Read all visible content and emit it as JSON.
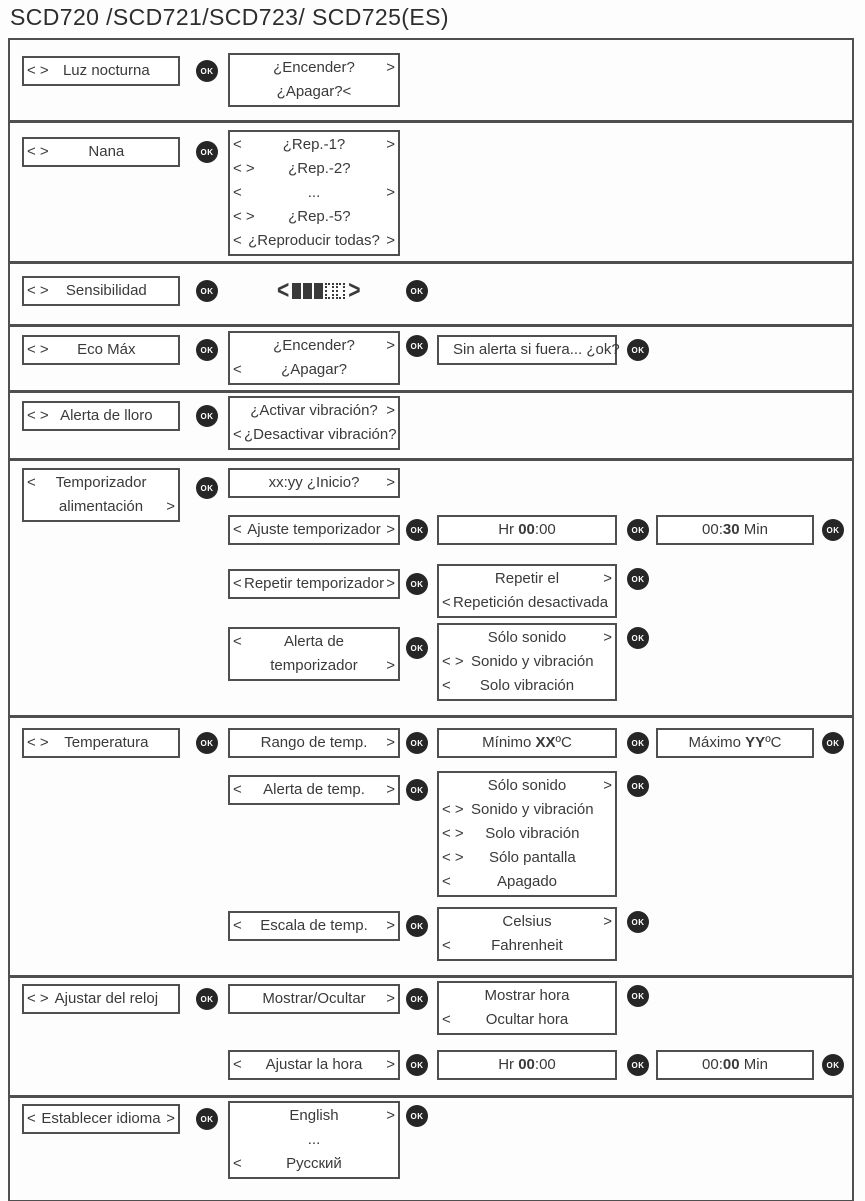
{
  "title": "SCD720 /SCD721/SCD723/ SCD725(ES)",
  "ok": "OK",
  "colors": {
    "line": "#4f4f4f",
    "button_bg": "#262626",
    "button_text": "#ffffff",
    "text": "#3a3a3a"
  },
  "sensitivity": {
    "filled": 3,
    "total": 5
  },
  "rows": {
    "luz": {
      "menu": [
        {
          "l": "< >",
          "c": "Luz nocturna",
          "r": ""
        }
      ],
      "screen": [
        {
          "l": "",
          "c": "¿Encender?",
          "r": ">"
        },
        {
          "l": "",
          "c": "¿Apagar?<",
          "r": ""
        }
      ]
    },
    "nana": {
      "menu": [
        {
          "l": "< >",
          "c": "Nana",
          "r": ""
        }
      ],
      "screen": [
        {
          "l": "<",
          "c": "¿Rep.-1?",
          "r": ">"
        },
        {
          "l": "< >",
          "c": "¿Rep.-2?",
          "r": ""
        },
        {
          "l": "<",
          "c": "...",
          "r": ">"
        },
        {
          "l": "< >",
          "c": "¿Rep.-5?",
          "r": ""
        },
        {
          "l": "<",
          "c": "¿Reproducir todas?",
          "r": ">"
        }
      ]
    },
    "sens": {
      "menu": [
        {
          "l": "< >",
          "c": "Sensibilidad",
          "r": ""
        }
      ]
    },
    "eco": {
      "menu": [
        {
          "l": "< >",
          "c": "Eco Máx",
          "r": ""
        }
      ],
      "screen": [
        {
          "l": "",
          "c": "¿Encender?",
          "r": ">"
        },
        {
          "l": "<",
          "c": "¿Apagar?",
          "r": ""
        }
      ],
      "confirm": [
        {
          "l": "",
          "c": "Sin alerta si fuera... ¿ok?",
          "r": ""
        }
      ]
    },
    "lloro": {
      "menu": [
        {
          "l": "< >",
          "c": "Alerta de lloro",
          "r": ""
        }
      ],
      "screen": [
        {
          "l": "",
          "c": "¿Activar vibración?",
          "r": ">"
        },
        {
          "l": "<",
          "c": "¿Desactivar vibración?",
          "r": ""
        }
      ]
    },
    "timer": {
      "menu": [
        {
          "l": "<",
          "c": "Temporizador",
          "r": ""
        },
        {
          "l": "",
          "c": "alimentación",
          "r": ">"
        }
      ],
      "inicio": [
        {
          "l": "",
          "c": "xx:yy ¿Inicio?",
          "r": ">"
        }
      ],
      "ajuste_menu": [
        {
          "l": "<",
          "c": "Ajuste temporizador",
          "r": ">"
        }
      ],
      "hr": [
        {
          "l": "",
          "c": {
            "pre": "Hr ",
            "b": "00",
            "post": ":00"
          },
          "r": ""
        }
      ],
      "min": [
        {
          "l": "",
          "c": {
            "pre": "00:",
            "b": "30",
            "post": " Min"
          },
          "r": ""
        }
      ],
      "repetir_menu": [
        {
          "l": "<",
          "c": "Repetir temporizador",
          "r": ">"
        }
      ],
      "repetir_screen": [
        {
          "l": "",
          "c": "Repetir el",
          "r": ">"
        },
        {
          "l": "<",
          "c": "Repetición desactivada",
          "r": ""
        }
      ],
      "alerta_menu": [
        {
          "l": "<",
          "c": "Alerta de",
          "r": ""
        },
        {
          "l": "",
          "c": "temporizador",
          "r": ">"
        }
      ],
      "alerta_screen": [
        {
          "l": "",
          "c": "Sólo sonido",
          "r": ">"
        },
        {
          "l": "< >",
          "c": "Sonido y vibración",
          "r": ""
        },
        {
          "l": "<",
          "c": "Solo vibración",
          "r": ""
        }
      ]
    },
    "temp": {
      "menu": [
        {
          "l": "< >",
          "c": "Temperatura",
          "r": ""
        }
      ],
      "rango": [
        {
          "l": "",
          "c": "Rango de temp.",
          "r": ">"
        }
      ],
      "min": [
        {
          "l": "",
          "c": {
            "pre": "Mínimo ",
            "b": "XX",
            "post": "ºC"
          },
          "r": ""
        }
      ],
      "max": [
        {
          "l": "",
          "c": {
            "pre": "Máximo ",
            "b": "YY",
            "post": "ºC"
          },
          "r": ""
        }
      ],
      "alerta_menu": [
        {
          "l": "<",
          "c": "Alerta de temp.",
          "r": ">"
        }
      ],
      "alerta_screen": [
        {
          "l": "",
          "c": "Sólo sonido",
          "r": ">"
        },
        {
          "l": "< >",
          "c": "Sonido y vibración",
          "r": ""
        },
        {
          "l": "< >",
          "c": "Solo vibración",
          "r": ""
        },
        {
          "l": "< >",
          "c": "Sólo pantalla",
          "r": ""
        },
        {
          "l": "<",
          "c": "Apagado",
          "r": ""
        }
      ],
      "escala_menu": [
        {
          "l": "<",
          "c": "Escala de temp.",
          "r": ">"
        }
      ],
      "escala_screen": [
        {
          "l": "",
          "c": "Celsius",
          "r": ">"
        },
        {
          "l": "<",
          "c": "Fahrenheit",
          "r": ""
        }
      ]
    },
    "reloj": {
      "menu": [
        {
          "l": "< >",
          "c": "Ajustar del reloj",
          "r": ""
        }
      ],
      "mostrar_menu": [
        {
          "l": "",
          "c": "Mostrar/Ocultar",
          "r": ">"
        }
      ],
      "mostrar_screen": [
        {
          "l": "",
          "c": "Mostrar hora",
          "r": ""
        },
        {
          "l": "<",
          "c": "Ocultar hora",
          "r": ""
        }
      ],
      "hora_menu": [
        {
          "l": "<",
          "c": "Ajustar la hora",
          "r": ">"
        }
      ],
      "hr": [
        {
          "l": "",
          "c": {
            "pre": "Hr ",
            "b": "00",
            "post": ":00"
          },
          "r": ""
        }
      ],
      "min": [
        {
          "l": "",
          "c": {
            "pre": "00:",
            "b": "00",
            "post": " Min"
          },
          "r": ""
        }
      ]
    },
    "idioma": {
      "menu": [
        {
          "l": "<",
          "c": "Establecer idioma",
          "r": ">"
        }
      ],
      "screen": [
        {
          "l": "",
          "c": "English",
          "r": ">"
        },
        {
          "l": "",
          "c": "...",
          "r": ""
        },
        {
          "l": "<",
          "c": "Русский",
          "r": ""
        }
      ]
    }
  }
}
